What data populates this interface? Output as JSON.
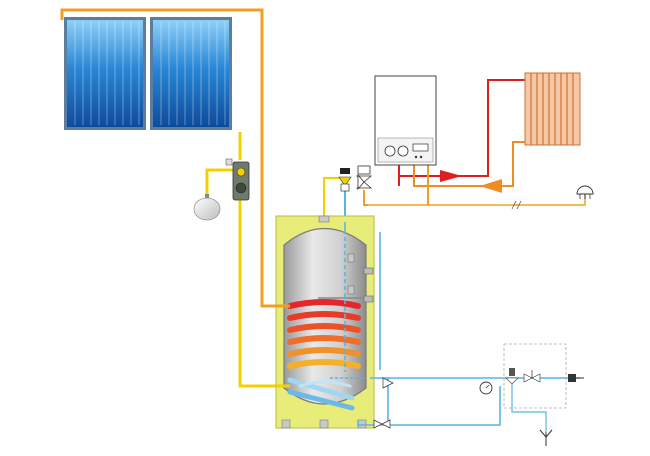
{
  "colors": {
    "solar_loop": "#f0a020",
    "solar_return": "#f5d000",
    "boiler_flow": "#e02020",
    "boiler_return": "#f08c20",
    "cold_water": "#5ab4e6",
    "tank_jacket": "#e8ed7a",
    "tank_steel": "#c9c9c9",
    "panel_blue": "#1e6fc0"
  },
  "components": [
    {
      "id": "solar-collectors",
      "icon": "solar-collector-icon",
      "count": 2
    },
    {
      "id": "solar-pump-station",
      "icon": "pump-station-icon"
    },
    {
      "id": "expansion-vessel",
      "icon": "expansion-vessel-icon"
    },
    {
      "id": "gas-boiler",
      "icon": "boiler-icon"
    },
    {
      "id": "radiator",
      "icon": "radiator-icon"
    },
    {
      "id": "room-thermostat",
      "icon": "thermostat-icon"
    },
    {
      "id": "three-way-valve",
      "icon": "three-way-valve-icon"
    },
    {
      "id": "storage-tank",
      "icon": "cylinder-tank-icon",
      "coils": 2
    },
    {
      "id": "safety-group",
      "icon": "safety-valve-icon"
    },
    {
      "id": "pressure-gauge",
      "icon": "gauge-icon"
    },
    {
      "id": "drain",
      "icon": "drain-funnel-icon"
    }
  ]
}
